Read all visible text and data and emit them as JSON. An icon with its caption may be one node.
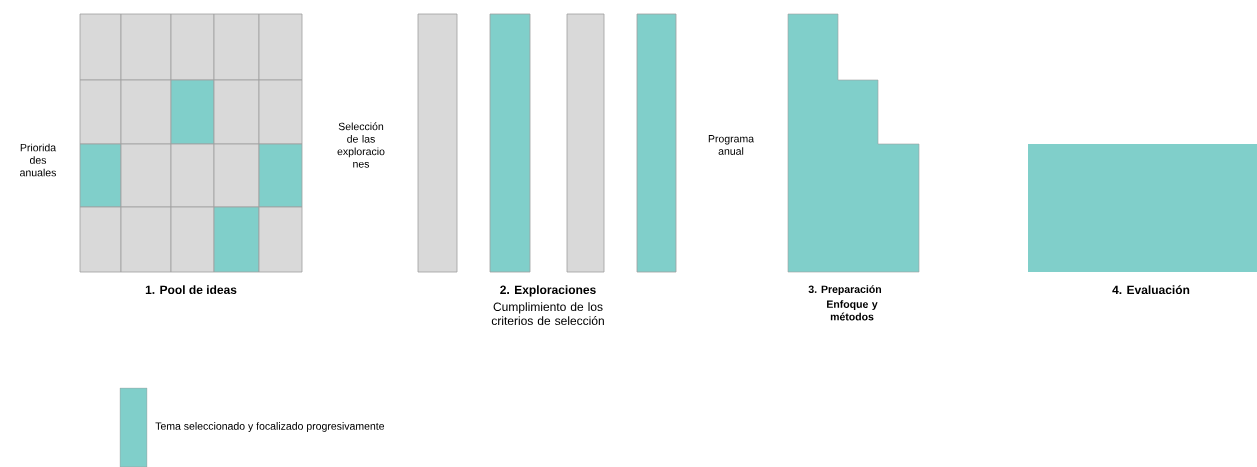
{
  "diagram": {
    "labels": [
      "Priorida des anuales",
      "Selección de las exploracio nes",
      "Programa anual",
      "1. Pool de ideas",
      "2. Exploraciones",
      "Cumplimiento de los criterios de selección",
      "3. Preparación",
      "Enfoque y métodos",
      "4. Evaluación"
    ],
    "legend": [
      {
        "text": "Tema seleccionado y focalizado progresivamente",
        "color": "#80cfca"
      }
    ]
  }
}
